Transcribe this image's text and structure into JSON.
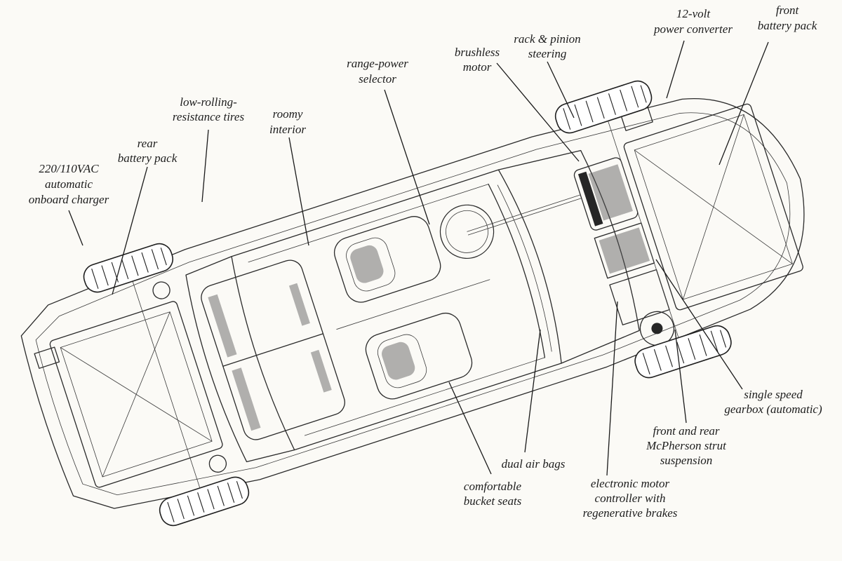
{
  "labels": {
    "charger": [
      "220/110VAC",
      "automatic",
      "onboard charger"
    ],
    "rear_battery": [
      "rear",
      "battery pack"
    ],
    "tires": [
      "low-rolling-",
      "resistance tires"
    ],
    "interior": [
      "roomy",
      "interior"
    ],
    "selector": [
      "range-power",
      "selector"
    ],
    "motor": [
      "brushless",
      "motor"
    ],
    "steering": [
      "rack & pinion",
      "steering"
    ],
    "converter": [
      "12-volt",
      "power converter"
    ],
    "front_battery": [
      "front",
      "battery pack"
    ],
    "gearbox": [
      "single speed",
      "gearbox (automatic)"
    ],
    "suspension": [
      "front and rear",
      "McPherson strut",
      "suspension"
    ],
    "controller": [
      "electronic motor",
      "controller with",
      "regenerative brakes"
    ],
    "airbags": [
      "dual air bags"
    ],
    "seats": [
      "comfortable",
      "bucket seats"
    ]
  }
}
